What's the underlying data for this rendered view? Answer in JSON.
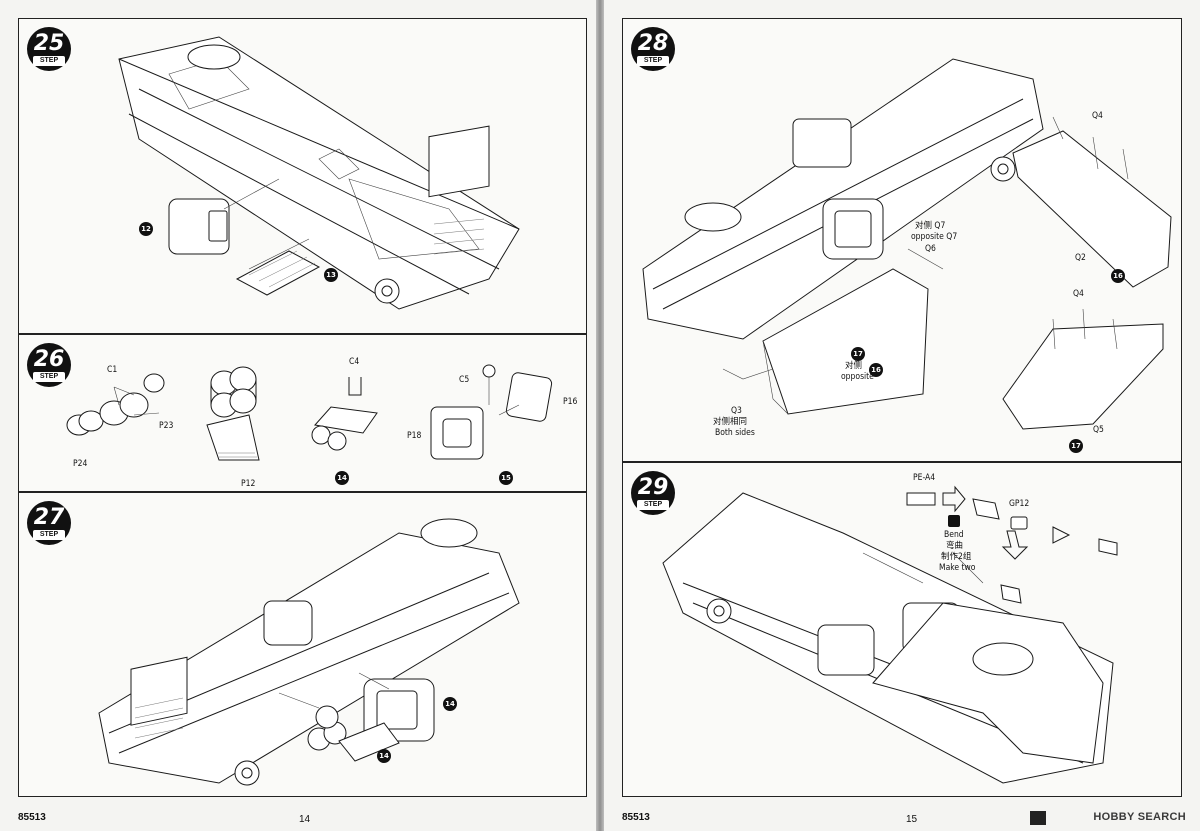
{
  "pages": {
    "left": {
      "catalog": "85513",
      "page_number": "14"
    },
    "right": {
      "catalog": "85513",
      "page_number": "15"
    }
  },
  "badge_caption": "STEP",
  "steps": {
    "s25": {
      "number": "25",
      "subs": [
        "12",
        "13"
      ]
    },
    "s26": {
      "number": "26",
      "labels": [
        "C1",
        "P23",
        "P24",
        "P12",
        "C4",
        "C5",
        "P16",
        "P18"
      ],
      "subs": [
        "14",
        "15"
      ]
    },
    "s27": {
      "number": "27",
      "subs": [
        "14",
        "14"
      ]
    },
    "s28": {
      "number": "28",
      "labels": [
        "Q4",
        "Q2",
        "对侧 Q7",
        "opposite Q7",
        "Q6",
        "对侧",
        "opposite",
        "Q3",
        "对侧相同",
        "Both sides",
        "Q4",
        "Q5"
      ],
      "subs": [
        "16",
        "17",
        "16",
        "17"
      ]
    },
    "s29": {
      "number": "29",
      "labels": [
        "PE-A4",
        "GP12",
        "Bend",
        "弯曲",
        "制作2组",
        "Make two"
      ]
    }
  },
  "watermark": "HOBBY SEARCH"
}
